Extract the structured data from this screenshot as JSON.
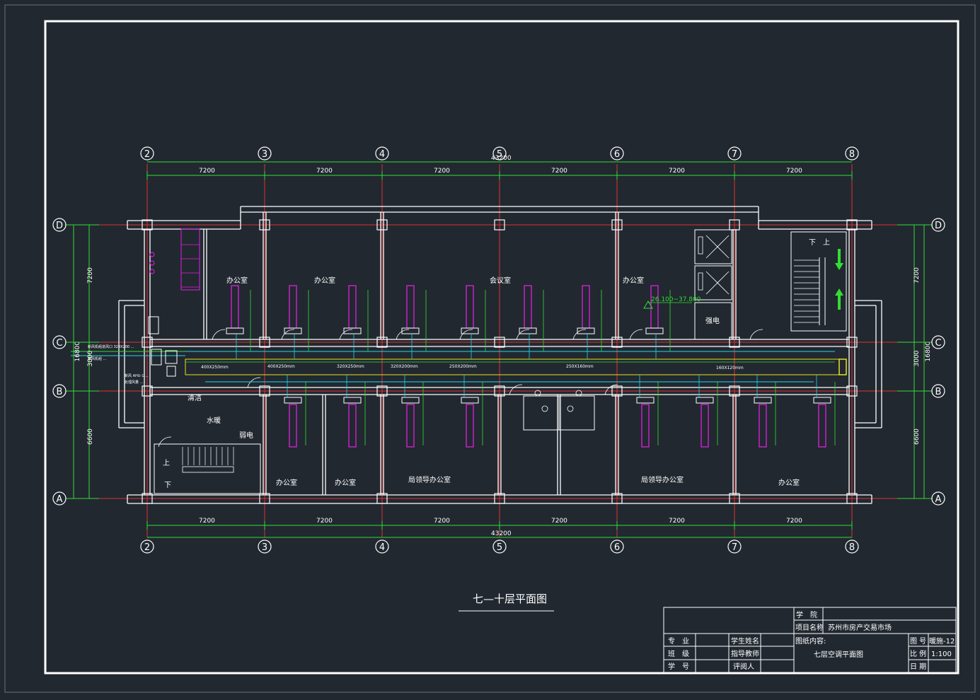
{
  "drawing": {
    "title": "七—十层平面图",
    "total_dimension": "43200",
    "bay_dimension": "7200",
    "axis_numbers": [
      "2",
      "3",
      "4",
      "5",
      "6",
      "7",
      "8"
    ],
    "axis_letters": [
      "D",
      "C",
      "B",
      "A"
    ],
    "vertical_dims": {
      "total": "16800",
      "dc": "7200",
      "cb": "3000",
      "ba": "6600"
    },
    "elevation_note": "26.100~37.800",
    "room_labels": {
      "office_1": "办公室",
      "office_2": "办公室",
      "meeting": "会议室",
      "office_3": "办公室",
      "strong_elec": "强电",
      "cleaning": "清洁",
      "water_well": "水暖",
      "weak_elec": "弱电",
      "office_4": "办公室",
      "office_5": "办公室",
      "leader_office_1": "局领导办公室",
      "leader_office_2": "局领导办公室",
      "office_6": "办公室",
      "stair_down": "下",
      "stair_up": "上",
      "stair2_up": "上",
      "stair2_down": "下"
    },
    "duct_labels": [
      "400X250mm",
      "400X250mm",
      "320X250mm",
      "320X200mm",
      "250X200mm",
      "250X160mm",
      "160X120mm"
    ],
    "ahu_notes": [
      "新风机组进风口 320X200 ...",
      "新风机组 ...",
      "新风 AHU-1 ...",
      "处理风量 ..."
    ]
  },
  "title_block": {
    "school_label": "学　院",
    "project_label": "项目名称",
    "project_value": "苏州市房产交易市场",
    "content_label": "图纸内容:",
    "content_value": "七层空调平面图",
    "major_label": "专　业",
    "class_label": "班　级",
    "student_no_label": "学　号",
    "student_name_label": "学生姓名",
    "advisor_label": "指导教师",
    "reviewer_label": "评阅人",
    "drawing_no_label": "图 号",
    "drawing_no_value": "暖施-12",
    "scale_label": "比 例",
    "scale_value": "1:100",
    "date_label": "日 期"
  },
  "colors": {
    "background": "#212830",
    "axis_red": "#e33030",
    "dim_green": "#33dd33",
    "wall_white": "#ffffff",
    "unit_magenta": "#e020e0",
    "duct_yellow": "#e8e020",
    "pipe_cyan": "#20d8e8"
  }
}
